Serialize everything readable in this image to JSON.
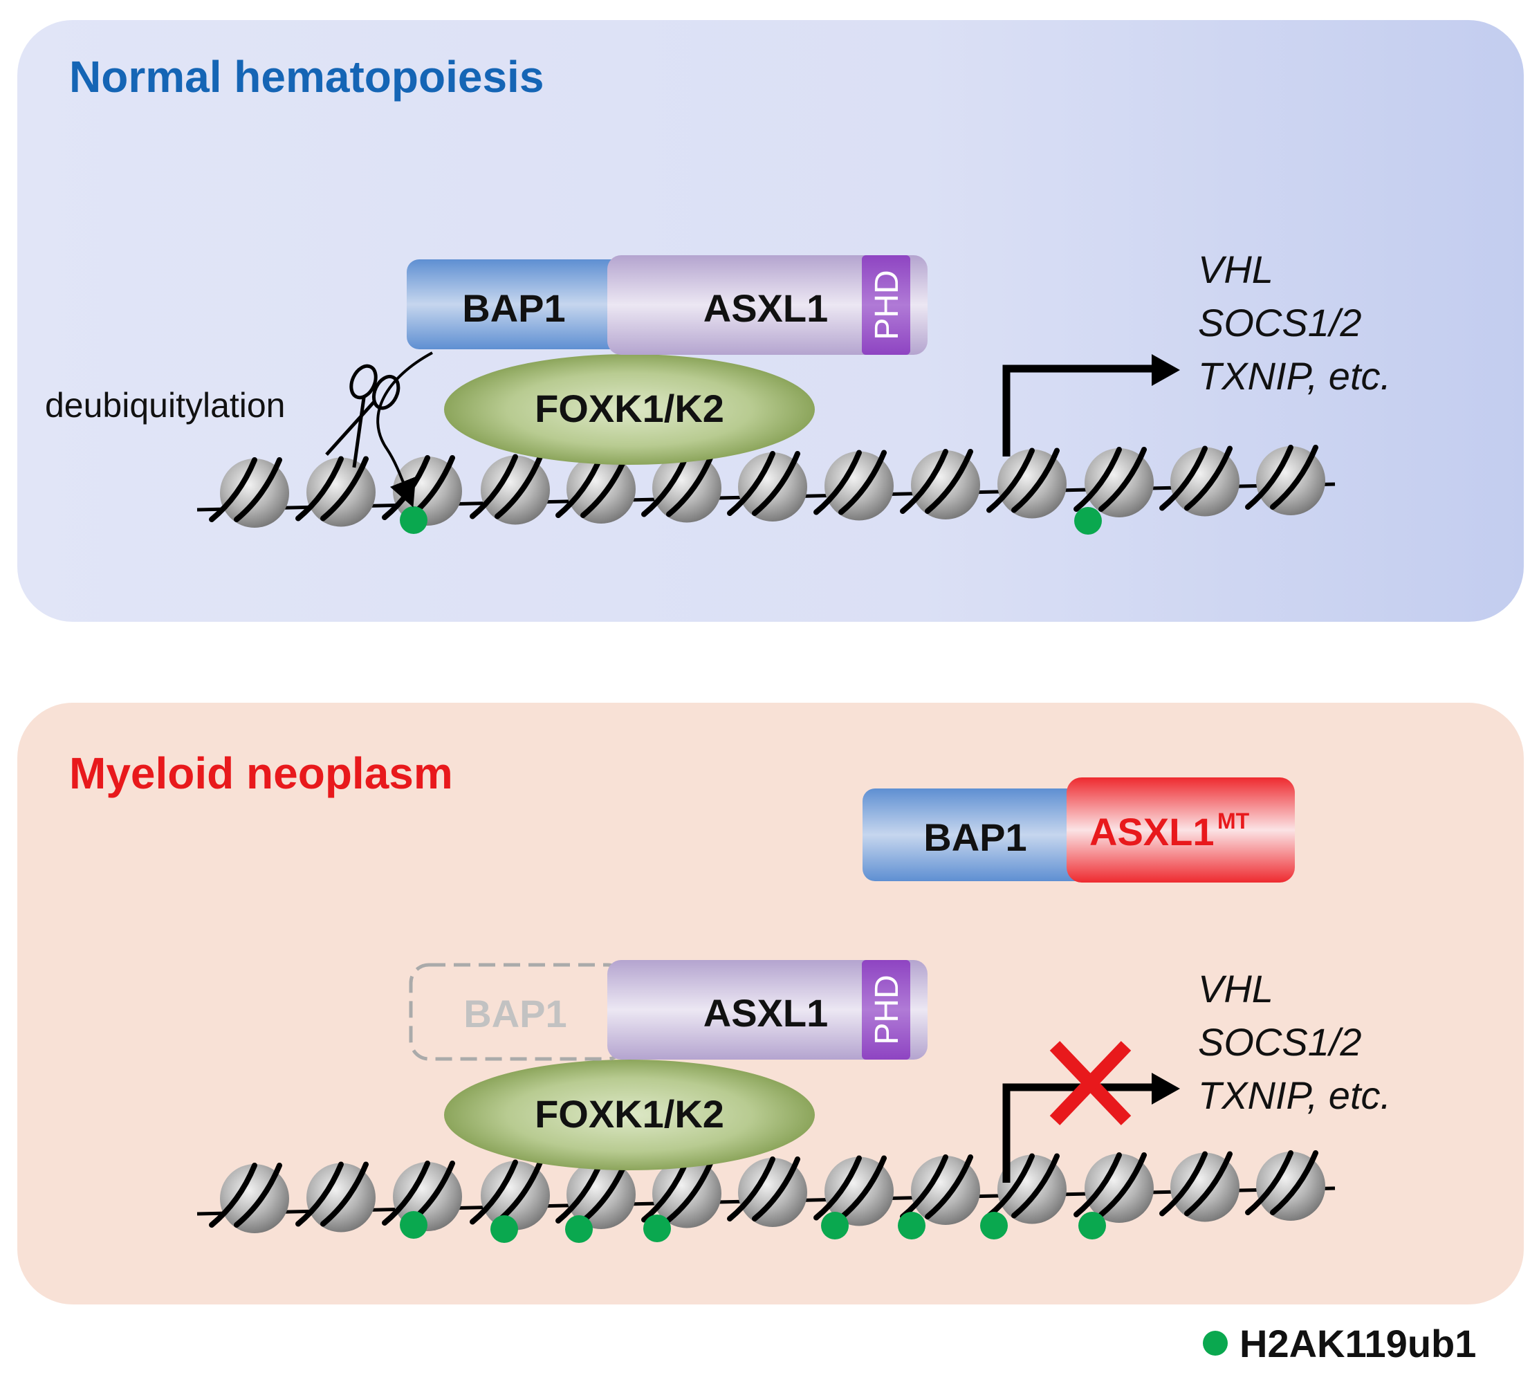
{
  "panels": {
    "normal": {
      "title": "Normal hematopoiesis",
      "title_color": "#1565b5",
      "bap1_label": "BAP1",
      "asxl1_label": "ASXL1",
      "phd_label": "PHD",
      "fox_label": "FOXK1/K2",
      "deub_label": "deubiquitylation",
      "genes": [
        "VHL",
        "SOCS1/2",
        "TXNIP, etc."
      ]
    },
    "myeloid": {
      "title": "Myeloid neoplasm",
      "title_color": "#e8191c",
      "bap1_top_label": "BAP1",
      "asxl1mt_base": "ASXL1",
      "asxl1mt_sup": "MT",
      "bap1_ghost_label": "BAP1",
      "asxl1_label": "ASXL1",
      "phd_label": "PHD",
      "fox_label": "FOXK1/K2",
      "genes": [
        "VHL",
        "SOCS1/2",
        "TXNIP, etc."
      ]
    }
  },
  "legend": {
    "label": "H2AK119ub1",
    "dot_color": "#0aa84f"
  },
  "colors": {
    "normal_bg": "#dde3f6",
    "myeloid_bg": "#f8e1d6",
    "bap1_blue": "#6e9bd6",
    "asxl1_lavender": "#cbbfdc",
    "phd_purple": "#9b59c6",
    "foxk_green": "#a9bf7c",
    "asxl1_mt_red": "#ef2b2f",
    "mark_green": "#0aa84f",
    "block_x": "#e8191c"
  }
}
